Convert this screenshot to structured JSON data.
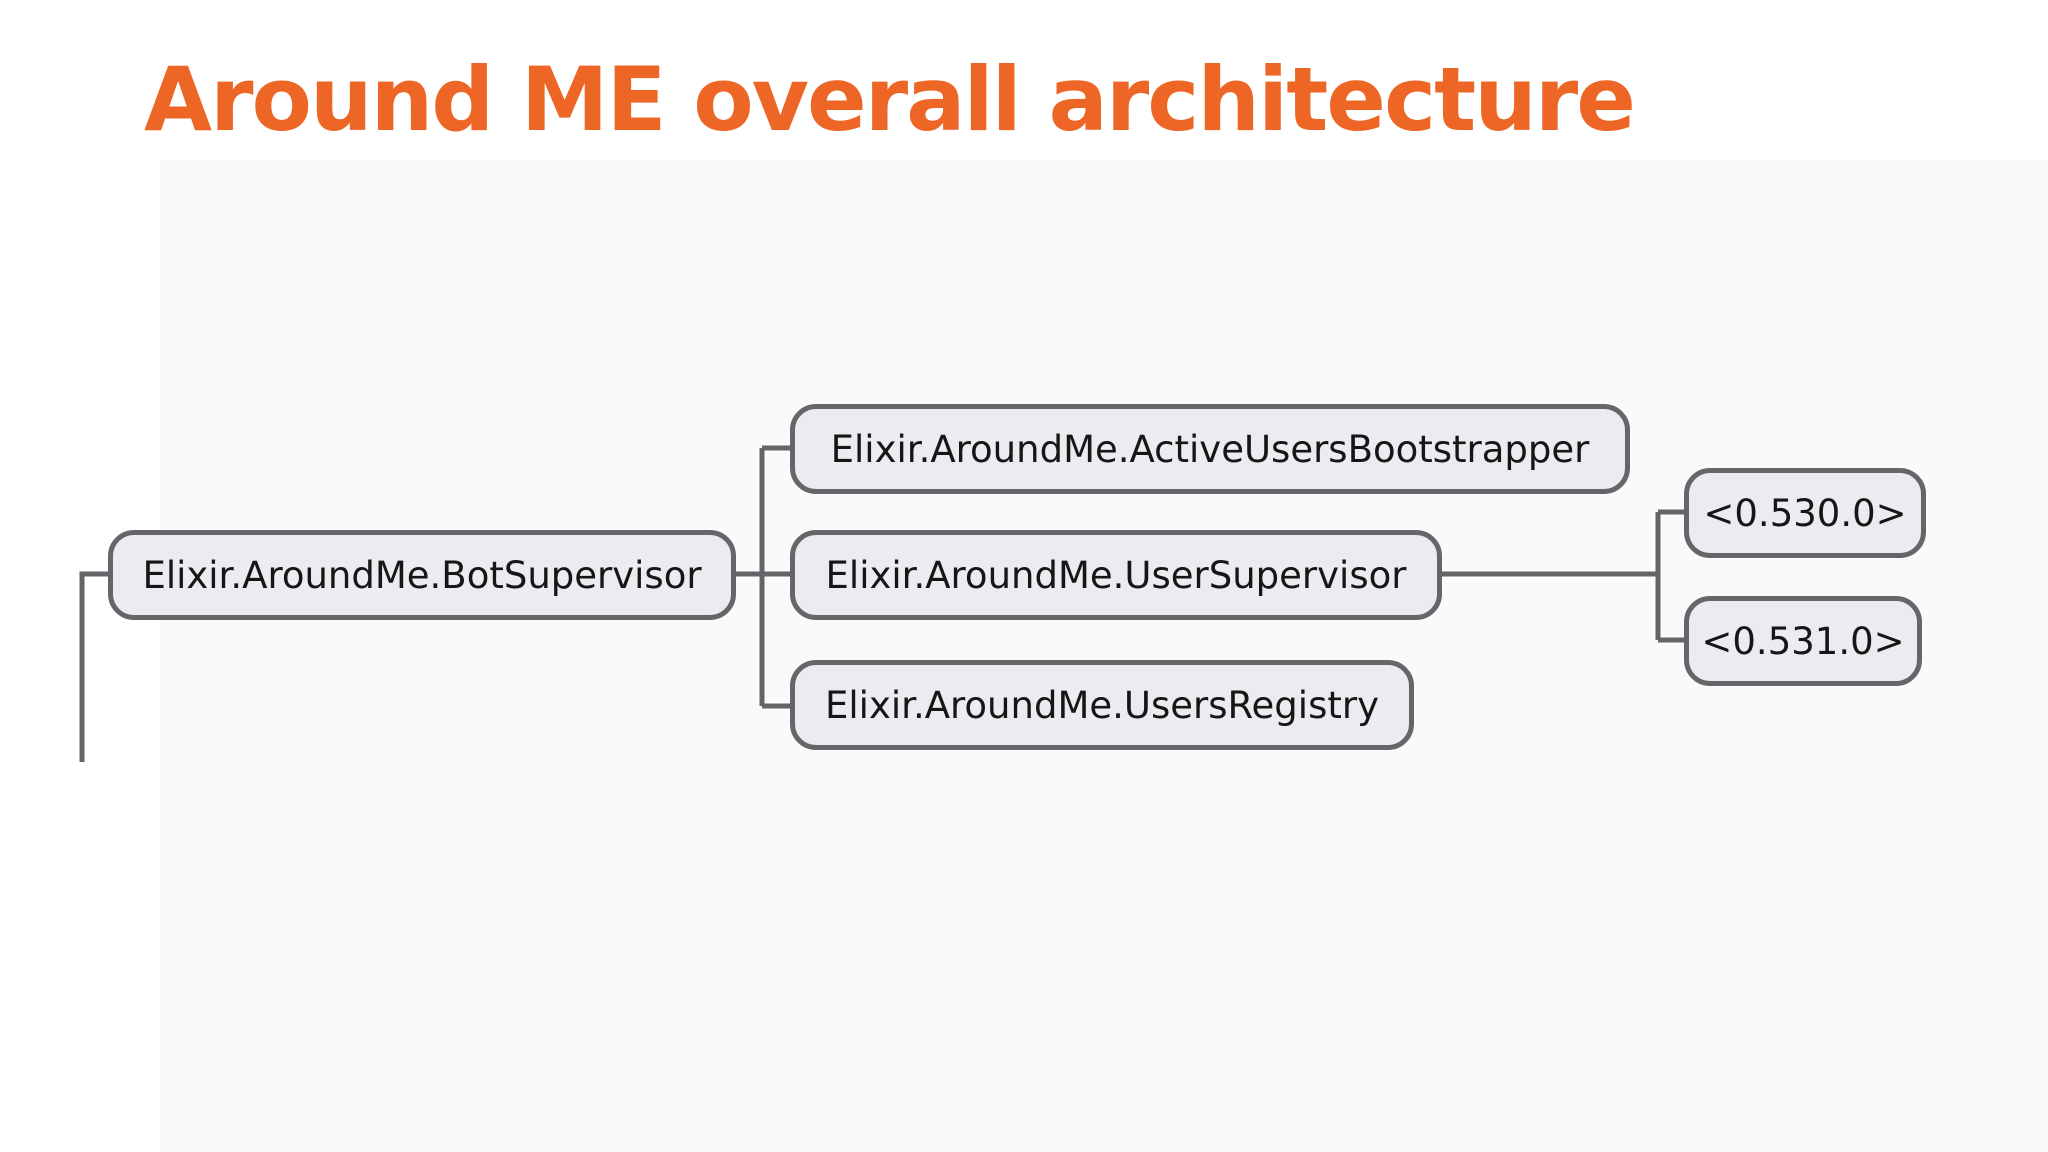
{
  "slide": {
    "title": "Around ME overall architecture",
    "title_color": "#ee6626"
  },
  "tree": {
    "connector_color": "#656569",
    "node_border_color": "#66666a",
    "node_fill_color": "#ebebf0",
    "nodes": {
      "bot_supervisor": "Elixir.AroundMe.BotSupervisor",
      "active_users_bootstrapper": "Elixir.AroundMe.ActiveUsersBootstrapper",
      "user_supervisor": "Elixir.AroundMe.UserSupervisor",
      "users_registry": "Elixir.AroundMe.UsersRegistry",
      "pid_530": "<0.530.0>",
      "pid_531": "<0.531.0>"
    },
    "edges": [
      [
        "bot_supervisor",
        "active_users_bootstrapper"
      ],
      [
        "bot_supervisor",
        "user_supervisor"
      ],
      [
        "bot_supervisor",
        "users_registry"
      ],
      [
        "user_supervisor",
        "pid_530"
      ],
      [
        "user_supervisor",
        "pid_531"
      ]
    ]
  }
}
